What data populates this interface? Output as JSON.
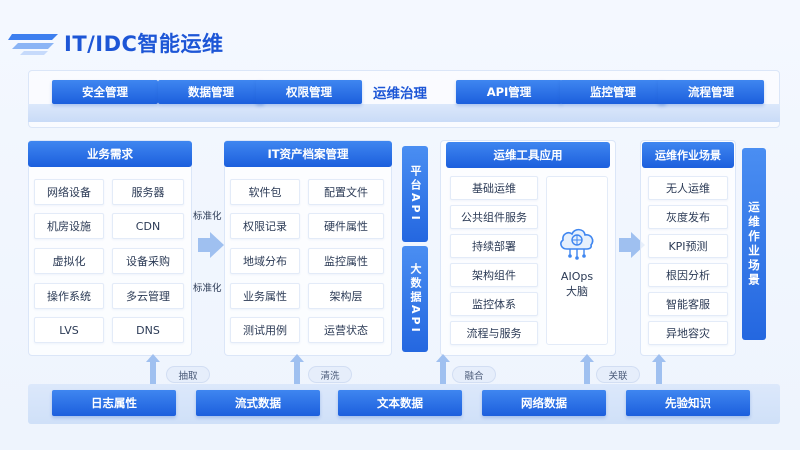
{
  "title": "IT/IDC智能运维",
  "governance": {
    "buttons": [
      "安全管理",
      "数据管理",
      "权限管理",
      "API管理",
      "监控管理",
      "流程管理"
    ],
    "center_label": "运维治理"
  },
  "business": {
    "title": "业务需求",
    "items": [
      "网络设备",
      "服务器",
      "机房设施",
      "CDN",
      "虚拟化",
      "设备采购",
      "操作系统",
      "多云管理",
      "LVS",
      "DNS"
    ]
  },
  "standardize": [
    "标准化",
    "标准化"
  ],
  "assets": {
    "title": "IT资产档案管理",
    "items": [
      "软件包",
      "配置文件",
      "权限记录",
      "硬件属性",
      "地域分布",
      "监控属性",
      "业务属性",
      "架构层",
      "测试用例",
      "运营状态"
    ]
  },
  "platform_api": "平台API",
  "bigdata_api": "大数据API",
  "tools": {
    "title": "运维工具应用",
    "items": [
      "基础运维",
      "公共组件服务",
      "持续部署",
      "架构组件",
      "监控体系",
      "流程与服务"
    ],
    "aiops_line1": "AIOps",
    "aiops_line2": "大脑"
  },
  "scenes": {
    "title": "运维作业场景",
    "items": [
      "无人运维",
      "灰度发布",
      "KPI预测",
      "根因分析",
      "智能客服",
      "异地容灾"
    ],
    "side_label": "运维作业场景"
  },
  "connectors": [
    "抽取",
    "清洗",
    "融合",
    "关联"
  ],
  "bottom": [
    "日志属性",
    "流式数据",
    "文本数据",
    "网络数据",
    "先验知识"
  ],
  "colors": {
    "primary": "#1c5fdd",
    "primary_light": "#3f86f0",
    "title": "#1d56d6",
    "arrow": "#9fc0f0"
  }
}
